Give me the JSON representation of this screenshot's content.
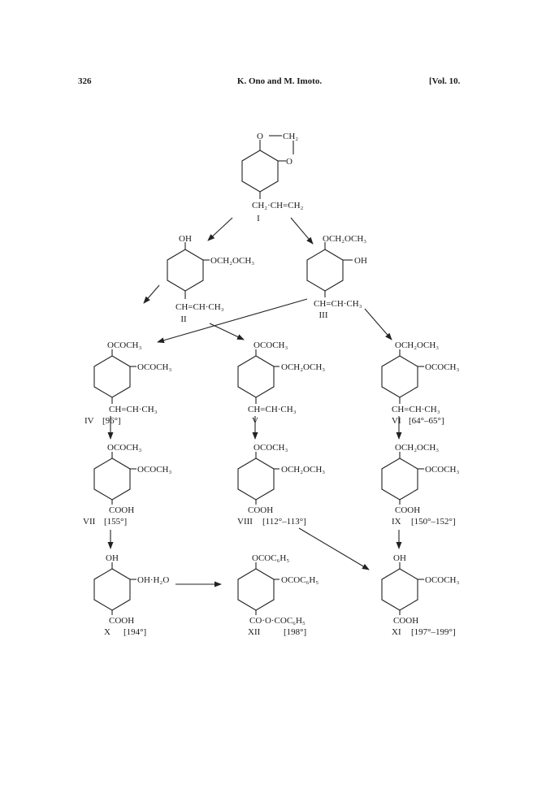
{
  "header": {
    "page_number": "326",
    "authors": "K. Ono and M. Imoto.",
    "volume": "[Vol. 10."
  },
  "compounds": [
    {
      "id": "I",
      "groups": [
        "O",
        "CH₂",
        "O"
      ],
      "side_chain": "CH₂·CH=CH₂",
      "label": "I",
      "mp": ""
    },
    {
      "id": "II",
      "groups": [
        "OH",
        "OCH₂OCH₃"
      ],
      "side_chain": "CH=CH·CH₃",
      "label": "II",
      "mp": ""
    },
    {
      "id": "III",
      "groups": [
        "OCH₂OCH₃",
        "OH"
      ],
      "side_chain": "CH=CH·CH₃",
      "label": "III",
      "mp": ""
    },
    {
      "id": "IV",
      "groups": [
        "OCOCH₃",
        "OCOCH₃"
      ],
      "side_chain": "CH=CH·CH₃",
      "label": "IV",
      "mp": "[96°]"
    },
    {
      "id": "V",
      "groups": [
        "OCOCH₃",
        "OCH₂OCH₃"
      ],
      "side_chain": "CH=CH·CH₃",
      "label": "V",
      "mp": ""
    },
    {
      "id": "VI",
      "groups": [
        "OCH₂OCH₃",
        "OCOCH₃"
      ],
      "side_chain": "CH=CH·CH₃",
      "label": "VI",
      "mp": "[64°–65°]"
    },
    {
      "id": "VII",
      "groups": [
        "OCOCH₃",
        "OCOCH₃"
      ],
      "side_chain": "COOH",
      "label": "VII",
      "mp": "[155°]"
    },
    {
      "id": "VIII",
      "groups": [
        "OCOCH₃",
        "OCH₂OCH₃"
      ],
      "side_chain": "COOH",
      "label": "VIII",
      "mp": "[112°–113°]"
    },
    {
      "id": "IX",
      "groups": [
        "OCH₂OCH₃",
        "OCOCH₃"
      ],
      "side_chain": "COOH",
      "label": "IX",
      "mp": "[150°–152°]"
    },
    {
      "id": "X",
      "groups": [
        "OH",
        "OH·H₂O"
      ],
      "side_chain": "COOH",
      "label": "X",
      "mp": "[194°]"
    },
    {
      "id": "XII",
      "groups": [
        "OCOC₆H₅",
        "OCOC₆H₅"
      ],
      "side_chain": "CO·O·COC₆H₅",
      "label": "XII",
      "mp": "[198°]"
    },
    {
      "id": "XI",
      "groups": [
        "OH",
        "OCOCH₃"
      ],
      "side_chain": "COOH",
      "label": "XI",
      "mp": "[197°–199°]"
    }
  ]
}
